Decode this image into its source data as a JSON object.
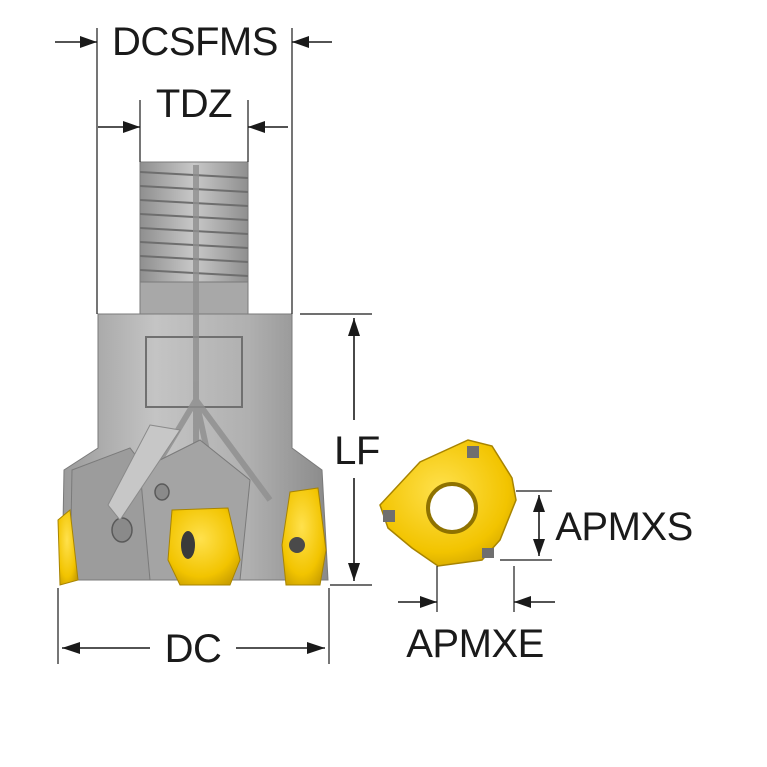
{
  "labels": {
    "dcsfms": "DCSFMS",
    "tdz": "TDZ",
    "lf": "LF",
    "dc": "DC",
    "apmxs": "APMXS",
    "apmxe": "APMXE"
  },
  "colors": {
    "body_gray": "#b3b3b3",
    "body_dark": "#8c8c8c",
    "insert_yellow": "#f2c400",
    "insert_dark": "#c99e00",
    "line": "#1a1a1a"
  }
}
